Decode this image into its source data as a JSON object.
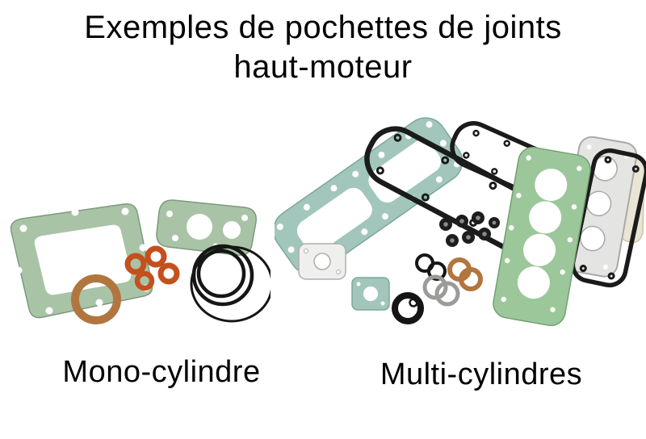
{
  "title": {
    "line1": "Exemples de pochettes de joints",
    "line2": "haut-moteur"
  },
  "labels": {
    "mono": "Mono-cylindre",
    "multi": "Multi-cylindres"
  },
  "colors": {
    "gasket_green": "#a9c3a7",
    "gasket_teal": "#a2c6bb",
    "gasket_head_green": "#9cc79a",
    "gasket_grey": "#e4e4e2",
    "gasket_cream": "#eae5d3",
    "oring_orange": "#c4501e",
    "washer_copper": "#b1763f",
    "seal_black": "#1b1b1b",
    "background": "#ffffff",
    "text": "#000000"
  }
}
